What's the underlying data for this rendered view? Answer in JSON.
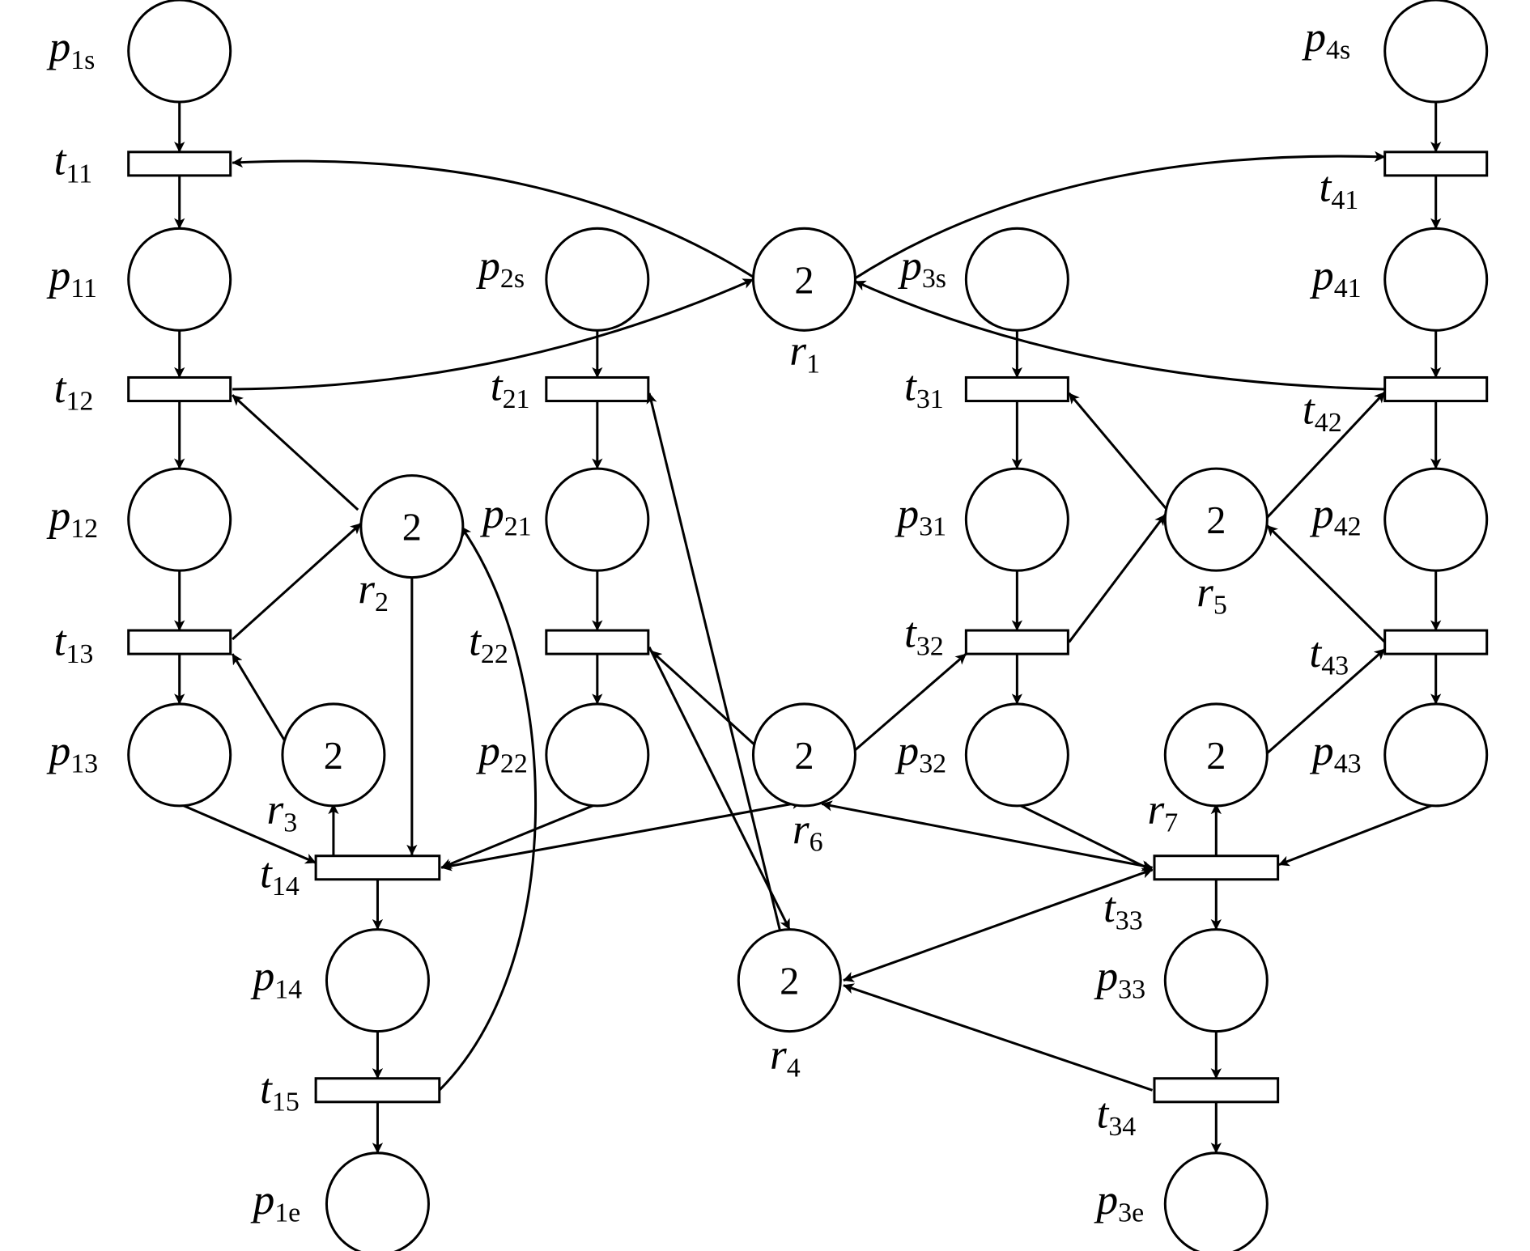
{
  "places": {
    "p1s": {
      "name": "p",
      "sub": "1s"
    },
    "p11": {
      "name": "p",
      "sub": "11"
    },
    "p12": {
      "name": "p",
      "sub": "12"
    },
    "p13": {
      "name": "p",
      "sub": "13"
    },
    "p14": {
      "name": "p",
      "sub": "14"
    },
    "p1e": {
      "name": "p",
      "sub": "1e"
    },
    "p2s": {
      "name": "p",
      "sub": "2s"
    },
    "p21": {
      "name": "p",
      "sub": "21"
    },
    "p22": {
      "name": "p",
      "sub": "22"
    },
    "p3s": {
      "name": "p",
      "sub": "3s"
    },
    "p31": {
      "name": "p",
      "sub": "31"
    },
    "p32": {
      "name": "p",
      "sub": "32"
    },
    "p33": {
      "name": "p",
      "sub": "33"
    },
    "p3e": {
      "name": "p",
      "sub": "3e"
    },
    "p4s": {
      "name": "p",
      "sub": "4s"
    },
    "p41": {
      "name": "p",
      "sub": "41"
    },
    "p42": {
      "name": "p",
      "sub": "42"
    },
    "p43": {
      "name": "p",
      "sub": "43"
    }
  },
  "resources": {
    "r1": {
      "name": "r",
      "sub": "1",
      "tokens": "2"
    },
    "r2": {
      "name": "r",
      "sub": "2",
      "tokens": "2"
    },
    "r3": {
      "name": "r",
      "sub": "3",
      "tokens": "2"
    },
    "r4": {
      "name": "r",
      "sub": "4",
      "tokens": "2"
    },
    "r5": {
      "name": "r",
      "sub": "5",
      "tokens": "2"
    },
    "r6": {
      "name": "r",
      "sub": "6",
      "tokens": "2"
    },
    "r7": {
      "name": "r",
      "sub": "7",
      "tokens": "2"
    }
  },
  "transitions": {
    "t11": {
      "name": "t",
      "sub": "11"
    },
    "t12": {
      "name": "t",
      "sub": "12"
    },
    "t13": {
      "name": "t",
      "sub": "13"
    },
    "t14": {
      "name": "t",
      "sub": "14"
    },
    "t15": {
      "name": "t",
      "sub": "15"
    },
    "t21": {
      "name": "t",
      "sub": "21"
    },
    "t22": {
      "name": "t",
      "sub": "22"
    },
    "t31": {
      "name": "t",
      "sub": "31"
    },
    "t32": {
      "name": "t",
      "sub": "32"
    },
    "t33": {
      "name": "t",
      "sub": "33"
    },
    "t34": {
      "name": "t",
      "sub": "34"
    },
    "t41": {
      "name": "t",
      "sub": "41"
    },
    "t42": {
      "name": "t",
      "sub": "42"
    },
    "t43": {
      "name": "t",
      "sub": "43"
    }
  }
}
